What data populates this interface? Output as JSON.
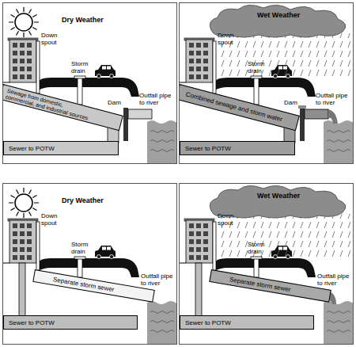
{
  "diagram": {
    "nodes": [
      {
        "text": [
          "Dry Weather"
        ]
      },
      {
        "text": [
          "Sewage from domestic, commercial, and industrial sources"
        ],
        "in": 0
      },
      {
        "text": [
          "Sewer to POTW"
        ],
        "in": 0
      },
      {
        "text": [
          "Wet Weather"
        ]
      },
      {
        "text": [
          "Combined sewage and storm water"
        ],
        "in": 3
      },
      {
        "text": [
          "Sewer to POTW"
        ],
        "in": 3
      },
      {
        "text": [
          "Dry Weather"
        ]
      },
      {
        "text": [
          "Separate storm sewer"
        ],
        "in": 6
      },
      {
        "text": [
          "Sewer to POTW"
        ],
        "in": 6
      },
      {
        "text": [
          "Wet Weather"
        ]
      },
      {
        "text": [
          "Separate storm sewer"
        ],
        "in": 9
      },
      {
        "text": [
          "Sewer to POTW"
        ],
        "in": 9
      }
    ],
    "labels": [
      "Down spout",
      "Storm drain",
      "Dam",
      "Outfall pipe to river",
      "Down spout",
      "Storm drain",
      "Dam",
      "Outfall pipe to river",
      "Down spout",
      "Storm drain",
      "Outfall pipe to river",
      "Down spout",
      "Storm drain",
      "Outfall pipe to river"
    ]
  }
}
